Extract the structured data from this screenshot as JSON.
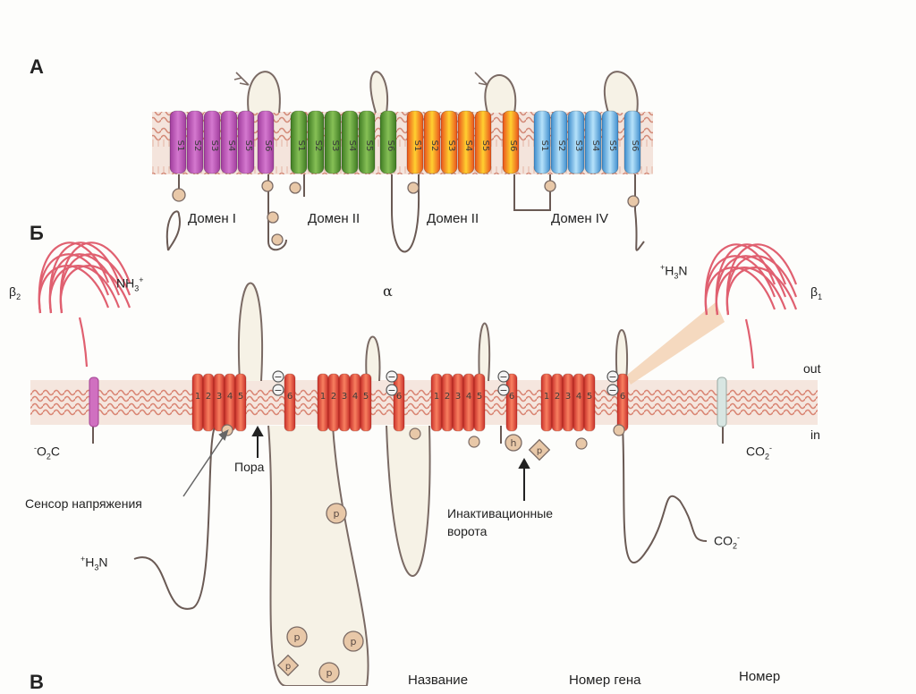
{
  "panels": {
    "a": "А",
    "b": "Б",
    "c": "В"
  },
  "panel_a": {
    "domains": [
      {
        "label": "Домен  I",
        "segments": [
          "S1",
          "S2",
          "S3",
          "S4",
          "S5",
          "S6"
        ],
        "color": "#b84fb4"
      },
      {
        "label": "Домен  II",
        "segments": [
          "S1",
          "S2",
          "S3",
          "S4",
          "S5",
          "S6"
        ],
        "color": "#5a9a3a"
      },
      {
        "label": "Домен  II",
        "segments": [
          "S1",
          "S2",
          "S3",
          "S4",
          "S5",
          "S6"
        ],
        "color": "#f0a020"
      },
      {
        "label": "Домен IV",
        "segments": [
          "S1",
          "S2",
          "S3",
          "S4",
          "S5",
          "S6"
        ],
        "color": "#5aa6dc"
      }
    ]
  },
  "panel_b": {
    "alpha": "α",
    "beta2": "β2",
    "beta1": "β1",
    "nh3": "NH3+",
    "h3n_right": "+H3N",
    "out": "out",
    "in": "in",
    "o2c_left": "-O2C",
    "co2_right": "CO2-",
    "co2_bottom": "CO2-",
    "h3n_bottom": "+H3N",
    "pore": "Пора",
    "voltage_sensor": "Сенсор напряжения",
    "inactivation_gate_line1": "Инактивационные",
    "inactivation_gate_line2": "ворота",
    "segment_labels": [
      "1",
      "2",
      "3",
      "4",
      "5",
      "6"
    ],
    "phospho": "P",
    "h_marker": "h",
    "minus": "−"
  },
  "panel_c": {
    "headers": [
      "Название",
      "Номер гена",
      "Номер"
    ]
  },
  "colors": {
    "membrane": "#d99a8a",
    "helix_red": "#e0483a",
    "loop_fill": "#f6f2e6",
    "beta_pink": "#e06070"
  }
}
